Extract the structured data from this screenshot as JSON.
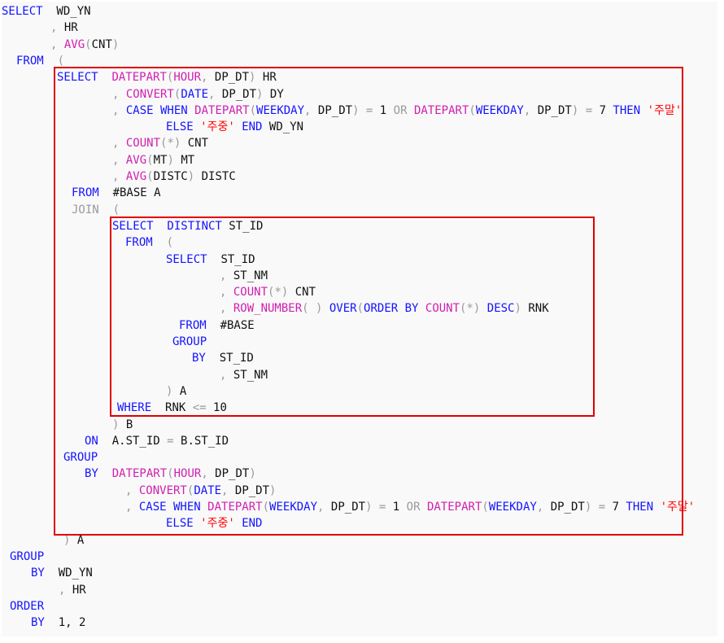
{
  "editor": {
    "lines": [
      {
        "indent": 0,
        "tokens": [
          {
            "t": "SELECT",
            "c": "kw"
          },
          {
            "t": "  WD_YN",
            "c": "txt"
          }
        ]
      },
      {
        "indent": 60,
        "tokens": [
          {
            "t": ", ",
            "c": "op"
          },
          {
            "t": "HR",
            "c": "txt"
          }
        ]
      },
      {
        "indent": 60,
        "tokens": [
          {
            "t": ", ",
            "c": "op"
          },
          {
            "t": "AVG",
            "c": "fn"
          },
          {
            "t": "(",
            "c": "op"
          },
          {
            "t": "CNT",
            "c": "txt"
          },
          {
            "t": ")",
            "c": "op"
          }
        ]
      },
      {
        "indent": 18,
        "tokens": [
          {
            "t": "FROM",
            "c": "kw"
          },
          {
            "t": "  (",
            "c": "op"
          }
        ]
      },
      {
        "indent": 68,
        "tokens": [
          {
            "t": "SELECT",
            "c": "kw"
          },
          {
            "t": "  ",
            "c": "txt"
          },
          {
            "t": "DATEPART",
            "c": "fn"
          },
          {
            "t": "(",
            "c": "op"
          },
          {
            "t": "HOUR",
            "c": "fn"
          },
          {
            "t": ", ",
            "c": "op"
          },
          {
            "t": "DP_DT",
            "c": "txt"
          },
          {
            "t": ") ",
            "c": "op"
          },
          {
            "t": "HR",
            "c": "txt"
          }
        ]
      },
      {
        "indent": 136,
        "tokens": [
          {
            "t": ", ",
            "c": "op"
          },
          {
            "t": "CONVERT",
            "c": "fn"
          },
          {
            "t": "(",
            "c": "op"
          },
          {
            "t": "DATE",
            "c": "kw"
          },
          {
            "t": ", ",
            "c": "op"
          },
          {
            "t": "DP_DT",
            "c": "txt"
          },
          {
            "t": ") ",
            "c": "op"
          },
          {
            "t": "DY",
            "c": "txt"
          }
        ]
      },
      {
        "indent": 136,
        "tokens": [
          {
            "t": ", ",
            "c": "op"
          },
          {
            "t": "CASE WHEN ",
            "c": "kw"
          },
          {
            "t": "DATEPART",
            "c": "fn"
          },
          {
            "t": "(",
            "c": "op"
          },
          {
            "t": "WEEKDAY",
            "c": "kw"
          },
          {
            "t": ", ",
            "c": "op"
          },
          {
            "t": "DP_DT",
            "c": "txt"
          },
          {
            "t": ") = ",
            "c": "op"
          },
          {
            "t": "1 ",
            "c": "txt"
          },
          {
            "t": "OR ",
            "c": "op"
          },
          {
            "t": "DATEPART",
            "c": "fn"
          },
          {
            "t": "(",
            "c": "op"
          },
          {
            "t": "WEEKDAY",
            "c": "kw"
          },
          {
            "t": ", ",
            "c": "op"
          },
          {
            "t": "DP_DT",
            "c": "txt"
          },
          {
            "t": ") = ",
            "c": "op"
          },
          {
            "t": "7 ",
            "c": "txt"
          },
          {
            "t": "THEN ",
            "c": "kw"
          },
          {
            "t": "'주말'",
            "c": "str"
          }
        ]
      },
      {
        "indent": 202,
        "tokens": [
          {
            "t": "ELSE ",
            "c": "kw"
          },
          {
            "t": "'주중' ",
            "c": "str"
          },
          {
            "t": "END ",
            "c": "kw"
          },
          {
            "t": "WD_YN",
            "c": "txt"
          }
        ]
      },
      {
        "indent": 136,
        "tokens": [
          {
            "t": ", ",
            "c": "op"
          },
          {
            "t": "COUNT",
            "c": "fn"
          },
          {
            "t": "(*) ",
            "c": "op"
          },
          {
            "t": "CNT",
            "c": "txt"
          }
        ]
      },
      {
        "indent": 136,
        "tokens": [
          {
            "t": ", ",
            "c": "op"
          },
          {
            "t": "AVG",
            "c": "fn"
          },
          {
            "t": "(",
            "c": "op"
          },
          {
            "t": "MT",
            "c": "txt"
          },
          {
            "t": ") ",
            "c": "op"
          },
          {
            "t": "MT",
            "c": "txt"
          }
        ]
      },
      {
        "indent": 136,
        "tokens": [
          {
            "t": ", ",
            "c": "op"
          },
          {
            "t": "AVG",
            "c": "fn"
          },
          {
            "t": "(",
            "c": "op"
          },
          {
            "t": "DISTC",
            "c": "txt"
          },
          {
            "t": ") ",
            "c": "op"
          },
          {
            "t": "DISTC",
            "c": "txt"
          }
        ]
      },
      {
        "indent": 86,
        "tokens": [
          {
            "t": "FROM  ",
            "c": "kw"
          },
          {
            "t": "#BASE A",
            "c": "txt"
          }
        ]
      },
      {
        "indent": 86,
        "tokens": [
          {
            "t": "JOIN  (",
            "c": "op"
          }
        ]
      },
      {
        "indent": 136,
        "tokens": [
          {
            "t": "SELECT  DISTINCT ",
            "c": "kw"
          },
          {
            "t": "ST_ID",
            "c": "txt"
          }
        ]
      },
      {
        "indent": 152,
        "tokens": [
          {
            "t": "FROM  ",
            "c": "kw"
          },
          {
            "t": "(",
            "c": "op"
          }
        ]
      },
      {
        "indent": 202,
        "tokens": [
          {
            "t": "SELECT  ",
            "c": "kw"
          },
          {
            "t": "ST_ID",
            "c": "txt"
          }
        ]
      },
      {
        "indent": 268,
        "tokens": [
          {
            "t": ", ",
            "c": "op"
          },
          {
            "t": "ST_NM",
            "c": "txt"
          }
        ]
      },
      {
        "indent": 268,
        "tokens": [
          {
            "t": ", ",
            "c": "op"
          },
          {
            "t": "COUNT",
            "c": "fn"
          },
          {
            "t": "(*) ",
            "c": "op"
          },
          {
            "t": "CNT",
            "c": "txt"
          }
        ]
      },
      {
        "indent": 268,
        "tokens": [
          {
            "t": ", ",
            "c": "op"
          },
          {
            "t": "ROW_NUMBER",
            "c": "fn"
          },
          {
            "t": "( ) ",
            "c": "op"
          },
          {
            "t": "OVER",
            "c": "kw"
          },
          {
            "t": "(",
            "c": "op"
          },
          {
            "t": "ORDER BY ",
            "c": "kw"
          },
          {
            "t": "COUNT",
            "c": "fn"
          },
          {
            "t": "(*) ",
            "c": "op"
          },
          {
            "t": "DESC",
            "c": "kw"
          },
          {
            "t": ") ",
            "c": "op"
          },
          {
            "t": "RNK",
            "c": "txt"
          }
        ]
      },
      {
        "indent": 218,
        "tokens": [
          {
            "t": "FROM  ",
            "c": "kw"
          },
          {
            "t": "#BASE",
            "c": "txt"
          }
        ]
      },
      {
        "indent": 210,
        "tokens": [
          {
            "t": "GROUP",
            "c": "kw"
          }
        ]
      },
      {
        "indent": 234,
        "tokens": [
          {
            "t": "BY  ",
            "c": "kw"
          },
          {
            "t": "ST_ID",
            "c": "txt"
          }
        ]
      },
      {
        "indent": 268,
        "tokens": [
          {
            "t": ", ",
            "c": "op"
          },
          {
            "t": "ST_NM",
            "c": "txt"
          }
        ]
      },
      {
        "indent": 202,
        "tokens": [
          {
            "t": ") ",
            "c": "op"
          },
          {
            "t": "A",
            "c": "txt"
          }
        ]
      },
      {
        "indent": 142,
        "tokens": [
          {
            "t": "WHERE  ",
            "c": "kw"
          },
          {
            "t": "RNK ",
            "c": "txt"
          },
          {
            "t": "<= ",
            "c": "op"
          },
          {
            "t": "10",
            "c": "txt"
          }
        ]
      },
      {
        "indent": 136,
        "tokens": [
          {
            "t": ") ",
            "c": "op"
          },
          {
            "t": "B",
            "c": "txt"
          }
        ]
      },
      {
        "indent": 102,
        "tokens": [
          {
            "t": "ON  ",
            "c": "kw"
          },
          {
            "t": "A.ST_ID ",
            "c": "txt"
          },
          {
            "t": "= ",
            "c": "op"
          },
          {
            "t": "B.ST_ID",
            "c": "txt"
          }
        ]
      },
      {
        "indent": 76,
        "tokens": [
          {
            "t": "GROUP",
            "c": "kw"
          }
        ]
      },
      {
        "indent": 102,
        "tokens": [
          {
            "t": "BY  ",
            "c": "kw"
          },
          {
            "t": "DATEPART",
            "c": "fn"
          },
          {
            "t": "(",
            "c": "op"
          },
          {
            "t": "HOUR",
            "c": "fn"
          },
          {
            "t": ", ",
            "c": "op"
          },
          {
            "t": "DP_DT",
            "c": "txt"
          },
          {
            "t": ")",
            "c": "op"
          }
        ]
      },
      {
        "indent": 152,
        "tokens": [
          {
            "t": ", ",
            "c": "op"
          },
          {
            "t": "CONVERT",
            "c": "fn"
          },
          {
            "t": "(",
            "c": "op"
          },
          {
            "t": "DATE",
            "c": "kw"
          },
          {
            "t": ", ",
            "c": "op"
          },
          {
            "t": "DP_DT",
            "c": "txt"
          },
          {
            "t": ")",
            "c": "op"
          }
        ]
      },
      {
        "indent": 152,
        "tokens": [
          {
            "t": ", ",
            "c": "op"
          },
          {
            "t": "CASE WHEN ",
            "c": "kw"
          },
          {
            "t": "DATEPART",
            "c": "fn"
          },
          {
            "t": "(",
            "c": "op"
          },
          {
            "t": "WEEKDAY",
            "c": "kw"
          },
          {
            "t": ", ",
            "c": "op"
          },
          {
            "t": "DP_DT",
            "c": "txt"
          },
          {
            "t": ") = ",
            "c": "op"
          },
          {
            "t": "1 ",
            "c": "txt"
          },
          {
            "t": "OR ",
            "c": "op"
          },
          {
            "t": "DATEPART",
            "c": "fn"
          },
          {
            "t": "(",
            "c": "op"
          },
          {
            "t": "WEEKDAY",
            "c": "kw"
          },
          {
            "t": ", ",
            "c": "op"
          },
          {
            "t": "DP_DT",
            "c": "txt"
          },
          {
            "t": ") = ",
            "c": "op"
          },
          {
            "t": "7 ",
            "c": "txt"
          },
          {
            "t": "THEN ",
            "c": "kw"
          },
          {
            "t": "'주말'",
            "c": "str"
          }
        ]
      },
      {
        "indent": 202,
        "tokens": [
          {
            "t": "ELSE ",
            "c": "kw"
          },
          {
            "t": "'주중' ",
            "c": "str"
          },
          {
            "t": "END",
            "c": "kw"
          }
        ]
      },
      {
        "indent": 76,
        "tokens": [
          {
            "t": ") ",
            "c": "op"
          },
          {
            "t": "A",
            "c": "txt"
          }
        ]
      },
      {
        "indent": 10,
        "tokens": [
          {
            "t": "GROUP",
            "c": "kw"
          }
        ]
      },
      {
        "indent": 36,
        "tokens": [
          {
            "t": "BY  ",
            "c": "kw"
          },
          {
            "t": "WD_YN",
            "c": "txt"
          }
        ]
      },
      {
        "indent": 70,
        "tokens": [
          {
            "t": ", ",
            "c": "op"
          },
          {
            "t": "HR",
            "c": "txt"
          }
        ]
      },
      {
        "indent": 10,
        "tokens": [
          {
            "t": "ORDER",
            "c": "kw"
          }
        ]
      },
      {
        "indent": 36,
        "tokens": [
          {
            "t": "BY  ",
            "c": "kw"
          },
          {
            "t": "1, 2",
            "c": "txt"
          }
        ]
      }
    ]
  },
  "colors": {
    "keyword": "#1414ff",
    "function": "#d020b0",
    "operator": "#9a9a9a",
    "string": "#ff0000",
    "text": "#111111",
    "highlight_box": "#e00000"
  }
}
